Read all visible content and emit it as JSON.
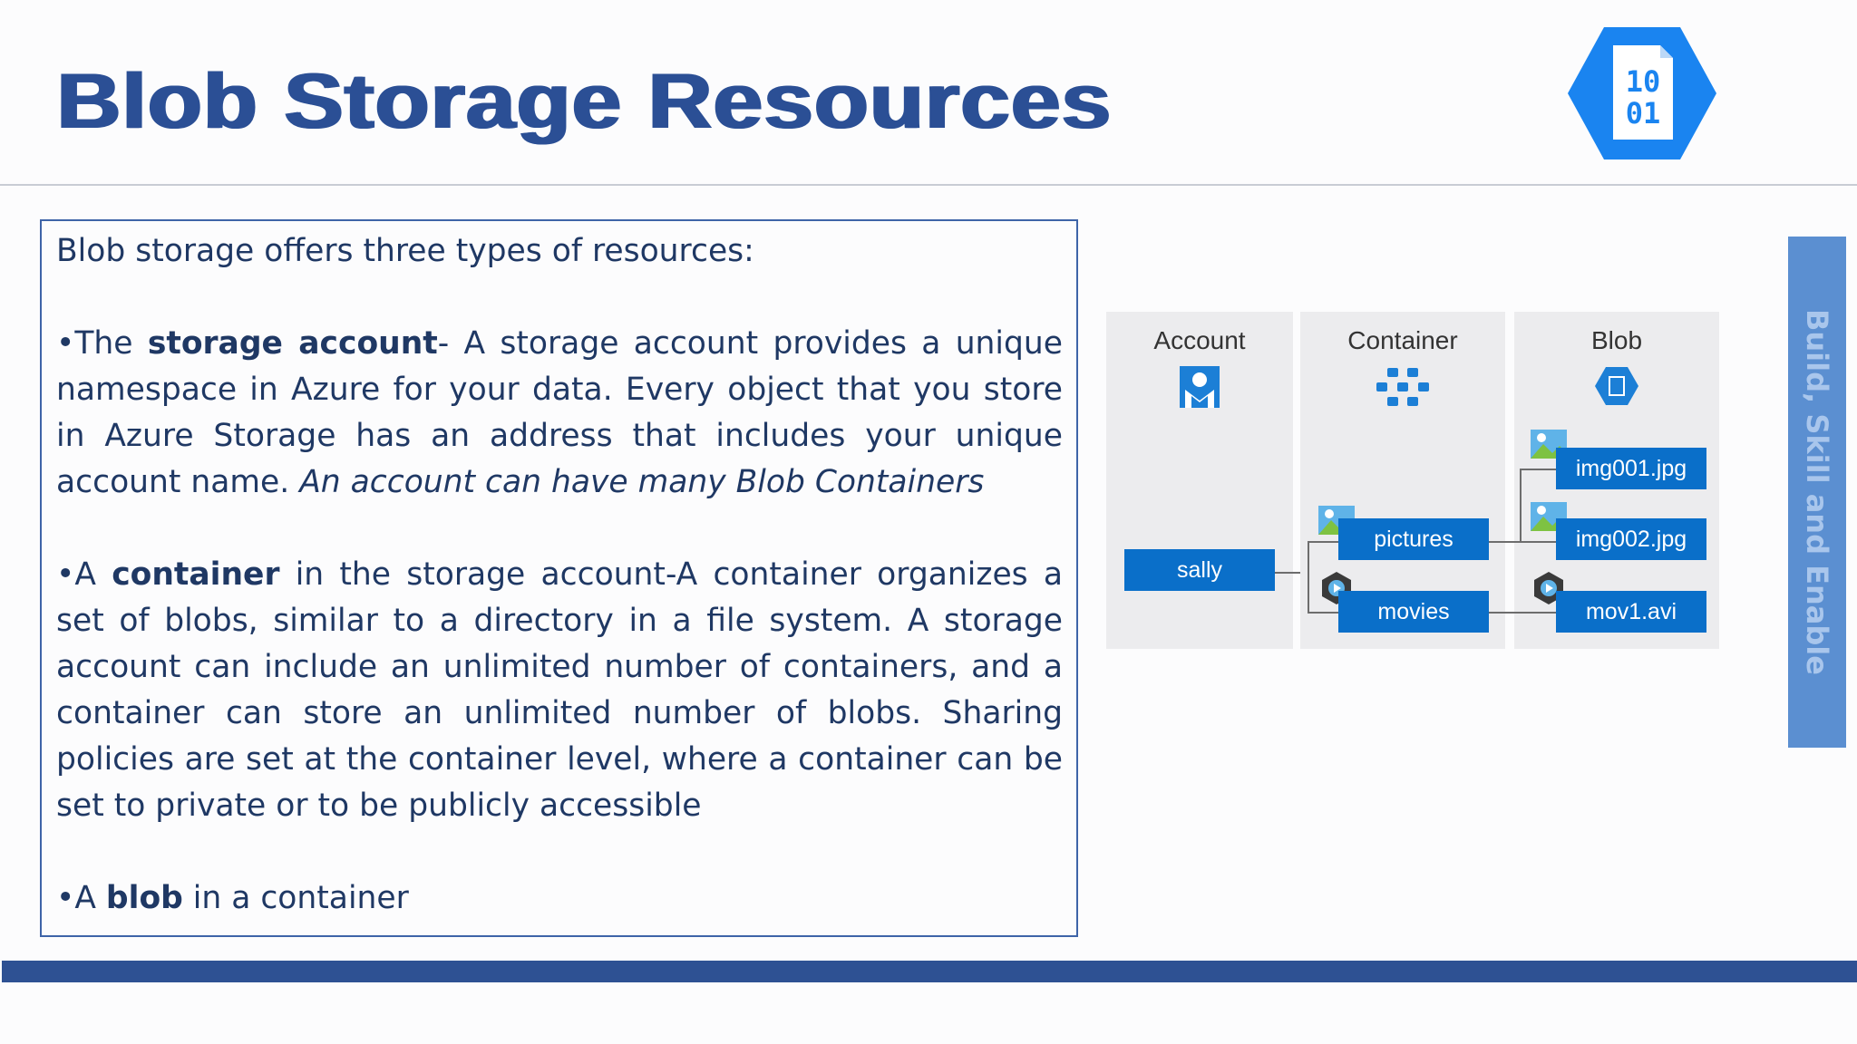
{
  "slide": {
    "title": "Blob Storage Resources",
    "logo_text": [
      "10",
      "01"
    ]
  },
  "content": {
    "intro": "Blob storage offers three types of resources:",
    "item1": {
      "bullet": "•The ",
      "bold": "storage account",
      "text": "- A storage account provides a unique namespace in Azure for your data. Every object that you store in Azure Storage has an address that includes your unique account name. ",
      "italic": "An account can have many Blob Containers"
    },
    "item2": {
      "bullet": "•A ",
      "bold": "container",
      "text": " in the storage account-A container organizes a set of blobs, similar to a directory in a file system. A storage account can include an unlimited number of containers, and a container can store an unlimited number of blobs. Sharing policies are set at the container level, where a container can be set to private or to be publicly accessible"
    },
    "item3": {
      "bullet": "•A ",
      "bold": "blob",
      "text": " in a container"
    }
  },
  "diagram": {
    "columns": [
      "Account",
      "Container",
      "Blob"
    ],
    "account": "sally",
    "containers": [
      "pictures",
      "movies"
    ],
    "blobs": [
      "img001.jpg",
      "img002.jpg",
      "mov1.avi"
    ]
  },
  "sidebar_label": "Build, Skill and Enable",
  "colors": {
    "title": "#2b4f95",
    "accent_blue": "#0a6fc9",
    "footer": "#2e5193",
    "side_tab": "#5b8fd1"
  }
}
